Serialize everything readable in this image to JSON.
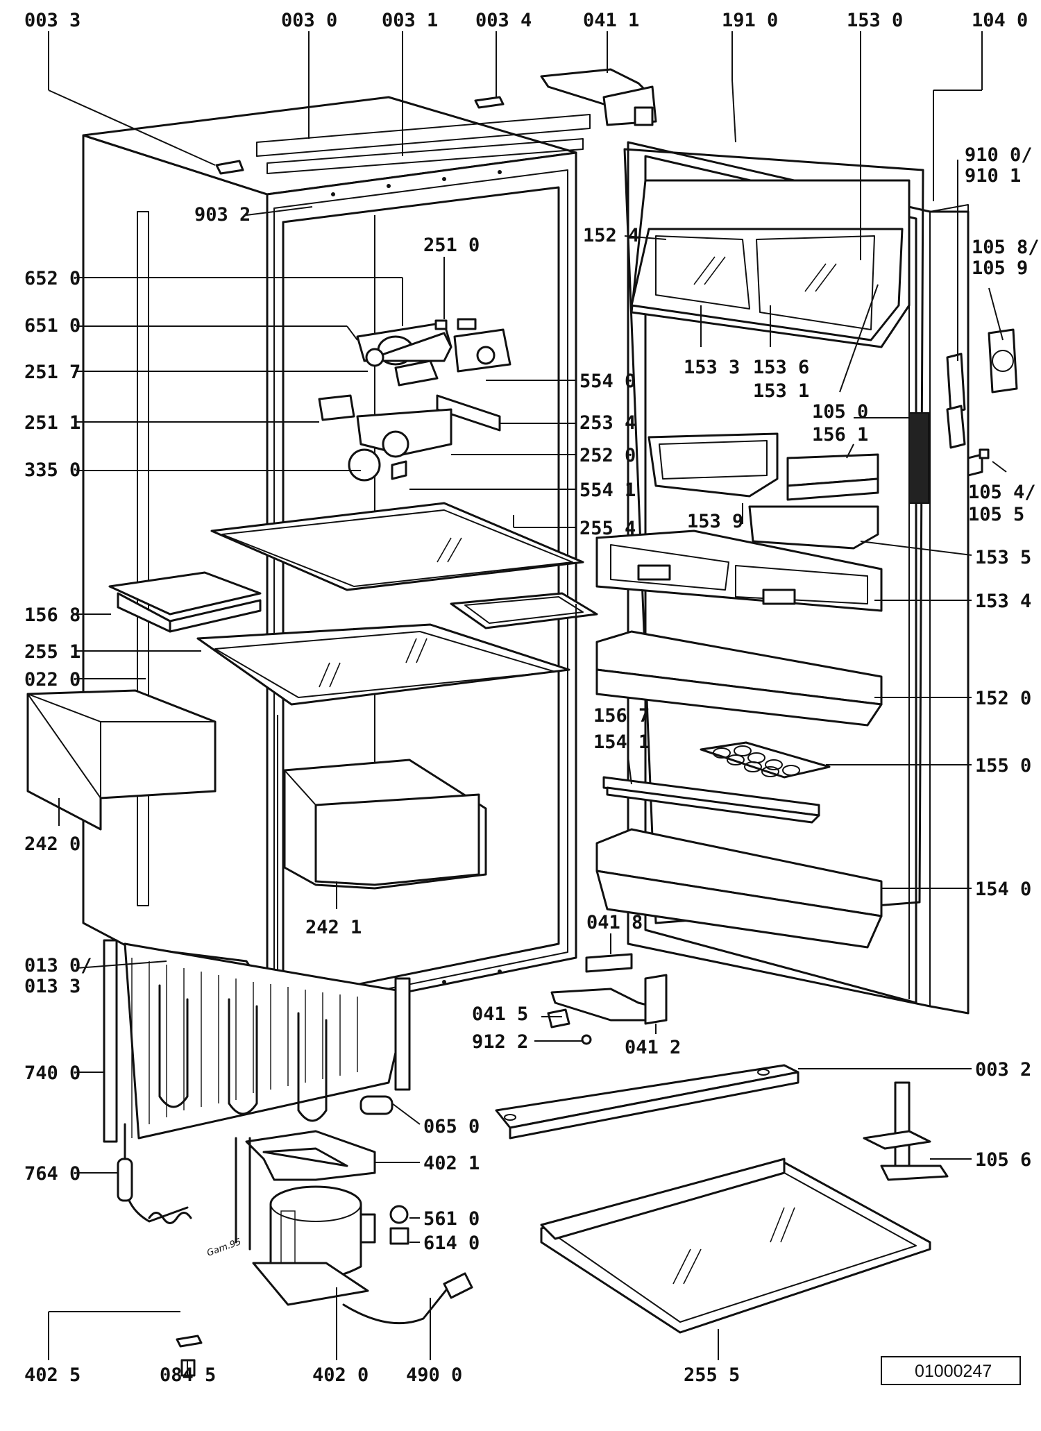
{
  "callouts": [
    "003 3",
    "003 0",
    "003 1",
    "003 4",
    "041 1",
    "191 0",
    "153 0",
    "104 0",
    "910 0/",
    "910 1",
    "903 2",
    "251 0",
    "152 4",
    "105 8/",
    "105 9",
    "652 0",
    "651 0",
    "251 7",
    "554 0",
    "153 3",
    "153 6",
    "153 1",
    "251 1",
    "253 4",
    "105 0",
    "156 1",
    "335 0",
    "252 0",
    "554 1",
    "153 9",
    "105 4/",
    "105 5",
    "255 4",
    "153 5",
    "153 4",
    "156 8",
    "255 1",
    "022 0",
    "152 0",
    "156 7",
    "154 1",
    "155 0",
    "242 0",
    "154 0",
    "242 1",
    "041 8",
    "013 0/",
    "013 3",
    "041 5",
    "912 2",
    "041 2",
    "003 2",
    "740 0",
    "065 0",
    "402 1",
    "105 6",
    "764 0",
    "561 0",
    "614 0",
    "402 5",
    "084 5",
    "402 0",
    "490 0",
    "255 5"
  ],
  "handwritten_note": "Gam.95",
  "document_code": "01000247"
}
